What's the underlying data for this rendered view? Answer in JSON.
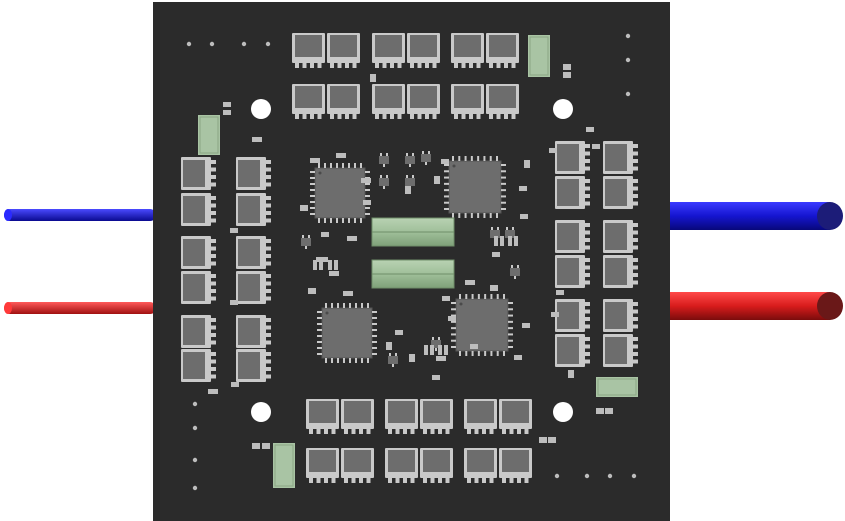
{
  "scene": {
    "background_color": "#ffffff",
    "board_color": "#2b2b2b",
    "pad_color": "#c9c9c9",
    "chip_body_color": "#6d6d6d",
    "passive_color": "#bdbdbd",
    "connector_color": "#a9c4a4",
    "hole_color": "#ffffff"
  },
  "wires": [
    {
      "name": "thin-blue-wire-left",
      "color": "#1616d8"
    },
    {
      "name": "thin-red-wire-left",
      "color": "#e42222"
    },
    {
      "name": "thick-blue-wire-right",
      "color": "#1212cc"
    },
    {
      "name": "thick-red-wire-right",
      "color": "#d81c1c"
    }
  ],
  "components": {
    "mosfet_count": 48,
    "qfp_ic_count": 4,
    "mounting_hole_count": 4,
    "bus_bar_count": 2,
    "connector_count": 4
  }
}
